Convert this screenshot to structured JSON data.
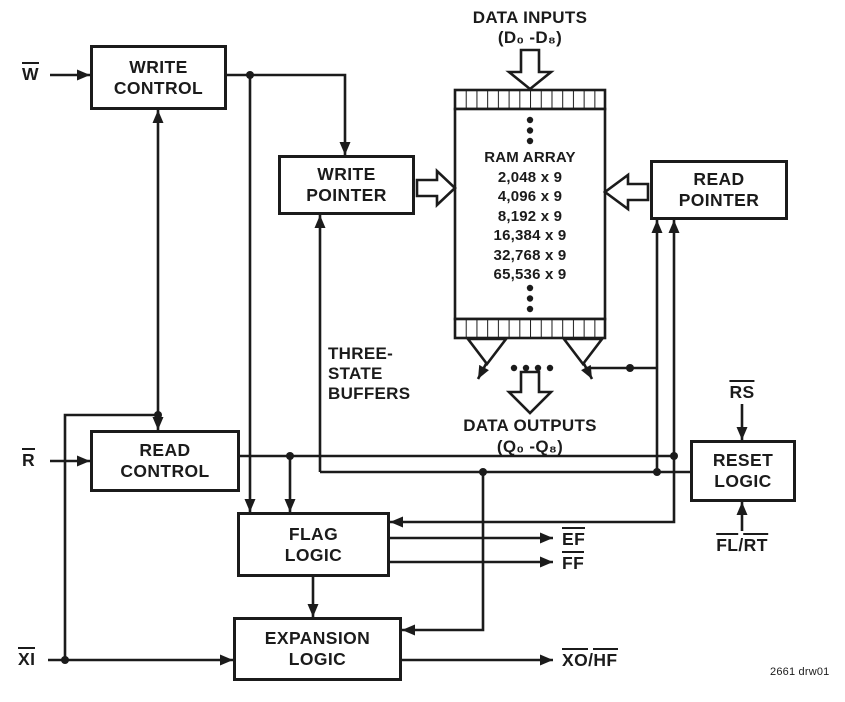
{
  "colors": {
    "ink": "#1b1b1b",
    "background": "#ffffff"
  },
  "meta": {
    "drawing_number": "2661 drw01"
  },
  "blocks": {
    "write_control": "WRITE\nCONTROL",
    "write_pointer": "WRITE\nPOINTER",
    "read_pointer": "READ\nPOINTER",
    "read_control": "READ\nCONTROL",
    "reset_logic": "RESET\nLOGIC",
    "flag_logic": "FLAG\nLOGIC",
    "expansion_logic": "EXPANSION\nLOGIC",
    "ram_array": "RAM ARRAY\n2,048 x 9\n4,096 x 9\n8,192 x 9\n16,384 x 9\n32,768 x 9\n65,536 x 9",
    "three_state_buffers": "THREE-\nSTATE\nBUFFERS"
  },
  "signals": {
    "w": "W",
    "r": "R",
    "xi": "XI",
    "rs": "RS",
    "fl": "FL",
    "rt": "RT",
    "xo": "XO",
    "hf": "HF",
    "slash": "/",
    "ef": "EF",
    "ff": "FF",
    "data_inputs": "DATA INPUTS",
    "data_inputs_range": "(D₀ -D₈)",
    "data_outputs": "DATA OUTPUTS",
    "data_outputs_range": "(Q₀ -Q₈)"
  }
}
